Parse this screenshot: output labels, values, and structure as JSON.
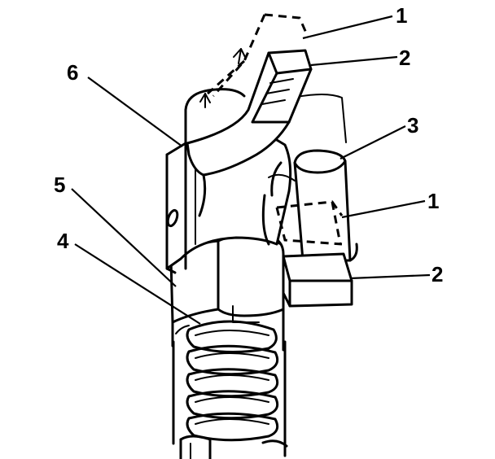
{
  "callouts": [
    {
      "id": "c1a",
      "label": "1"
    },
    {
      "id": "c2a",
      "label": "2"
    },
    {
      "id": "c3",
      "label": "3"
    },
    {
      "id": "c1b",
      "label": "1"
    },
    {
      "id": "c2b",
      "label": "2"
    },
    {
      "id": "c4",
      "label": "4"
    },
    {
      "id": "c5",
      "label": "5"
    },
    {
      "id": "c6",
      "label": "6"
    }
  ]
}
